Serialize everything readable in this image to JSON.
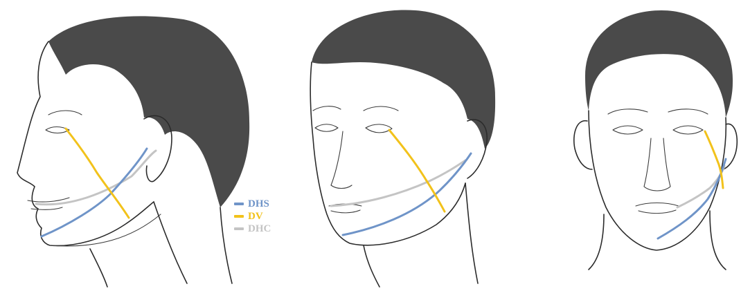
{
  "colors": {
    "DHS": "#6f94c8",
    "DV": "#f2c21b",
    "DHC": "#c4c4c4",
    "hair": "#4a4a4a",
    "outline": "#2b2b2b"
  },
  "legend": [
    {
      "key": "DHS",
      "label": "DHS"
    },
    {
      "key": "DV",
      "label": "DV"
    },
    {
      "key": "DHC",
      "label": "DHC"
    }
  ]
}
